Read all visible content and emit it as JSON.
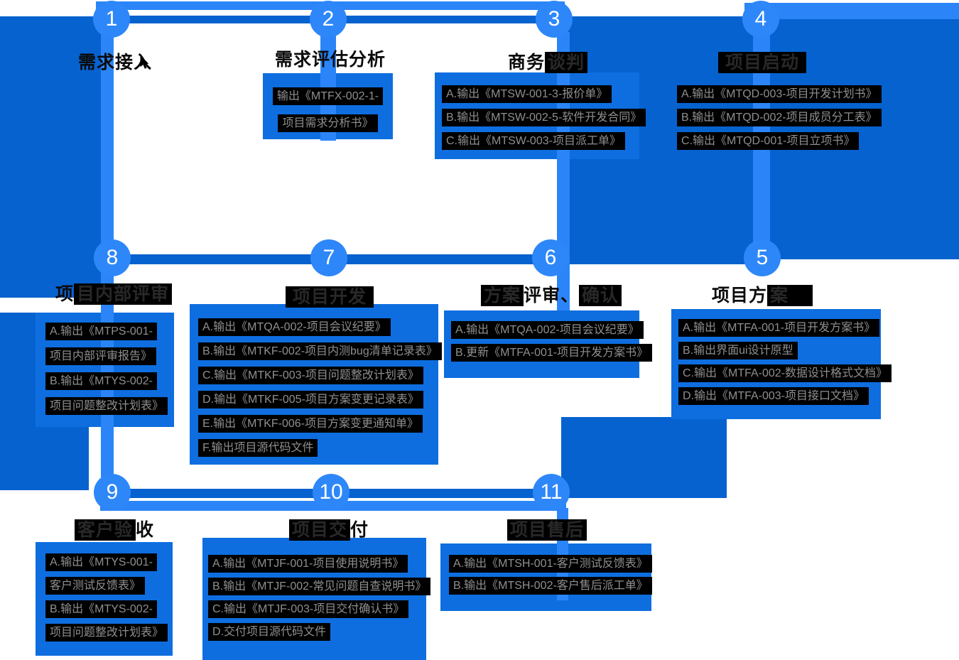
{
  "palette": {
    "light_blue": "#2B85F8",
    "dark_blue": "#0662CF",
    "panel_blue": "#0E6EE0",
    "row_background": "#000000",
    "row_text": "#8f8f8f",
    "circle_number": "#ffffff"
  },
  "icons": {
    "pointer": "mouse-cursor-icon"
  },
  "steps": [
    {
      "number": "1",
      "title": "需求接入",
      "title_parts": [
        {
          "text": "需求接入",
          "boxed": false
        }
      ],
      "lines": []
    },
    {
      "number": "2",
      "title": "需求评估分析",
      "title_parts": [
        {
          "text": "需求评估分析",
          "boxed": false
        }
      ],
      "lines": [
        "输出《MTFX-002-1-",
        "项目需求分析书》"
      ]
    },
    {
      "number": "3",
      "title": "商务谈判",
      "title_parts": [
        {
          "text": "商务",
          "boxed": false
        },
        {
          "text": "谈判",
          "boxed": true
        }
      ],
      "lines": [
        "A.输出《MTSW-001-3-报价单》",
        "B.输出《MTSW-002-5-软件开发合同》",
        "C.输出《MTSW-003-项目派工单》"
      ]
    },
    {
      "number": "4",
      "title": "项目启动",
      "title_parts": [
        {
          "text": "项目启动",
          "boxed": true
        }
      ],
      "lines": [
        "A.输出《MTQD-003-项目开发计划书》",
        "B.输出《MTQD-002-项目成员分工表》",
        "C.输出《MTQD-001-项目立项书》"
      ]
    },
    {
      "number": "5",
      "title": "项目方案",
      "title_parts": [
        {
          "text": "项目方",
          "boxed": false
        },
        {
          "text": "案",
          "boxed": true
        }
      ],
      "lines": [
        "A.输出《MTFA-001-项目开发方案书》",
        "B.输出界面ui设计原型",
        "C.输出《MTFA-002-数据设计格式文档》",
        "D.输出《MTFA-003-项目接口文档》"
      ]
    },
    {
      "number": "6",
      "title": "方案评审、确认",
      "title_parts": [
        {
          "text": "方案",
          "boxed": true
        },
        {
          "text": "评审、",
          "boxed": false
        },
        {
          "text": "确认",
          "boxed": true
        }
      ],
      "lines": [
        "A.输出《MTQA-002-项目会议纪要》",
        "B.更新《MTFA-001-项目开发方案书》"
      ]
    },
    {
      "number": "7",
      "title": "项目开发",
      "title_parts": [
        {
          "text": "项目开发",
          "boxed": true
        }
      ],
      "lines": [
        "A.输出《MTQA-002-项目会议纪要》",
        "B.输出《MTKF-002-项目内测bug清单记录表》",
        "C.输出《MTKF-003-项目问题整改计划表》",
        "D.输出《MTKF-005-项目方案变更记录表》",
        "E.输出《MTKF-006-项目方案变更通知单》",
        "F.输出项目源代码文件"
      ]
    },
    {
      "number": "8",
      "title": "项目内部评审",
      "title_parts": [
        {
          "text": "项",
          "boxed": false
        },
        {
          "text": "目内部评审",
          "boxed": true
        }
      ],
      "lines": [
        "A.输出《MTPS-001-",
        "项目内部评审报告》",
        "B.输出《MTYS-002-",
        "项目问题整改计划表》"
      ]
    },
    {
      "number": "9",
      "title": "客户验收",
      "title_parts": [
        {
          "text": "客户验",
          "boxed": true
        },
        {
          "text": "收",
          "boxed": false
        }
      ],
      "lines": [
        "A.输出《MTYS-001-",
        "客户测试反馈表》",
        "B.输出《MTYS-002-",
        "项目问题整改计划表》"
      ]
    },
    {
      "number": "10",
      "title": "项目交付",
      "title_parts": [
        {
          "text": "项目交",
          "boxed": true
        },
        {
          "text": "付",
          "boxed": false
        }
      ],
      "lines": [
        "A.输出《MTJF-001-项目使用说明书》",
        "B.输出《MTJF-002-常见问题自查说明书》",
        "C.输出《MTJF-003-项目交付确认书》",
        "D.交付项目源代码文件"
      ]
    },
    {
      "number": "11",
      "title": "项目售后",
      "title_parts": [
        {
          "text": "项目售后",
          "boxed": true
        }
      ],
      "lines": [
        "A.输出《MTSH-001-客户测试反馈表》",
        "B.输出《MTSH-002-客户售后派工单》"
      ]
    }
  ]
}
